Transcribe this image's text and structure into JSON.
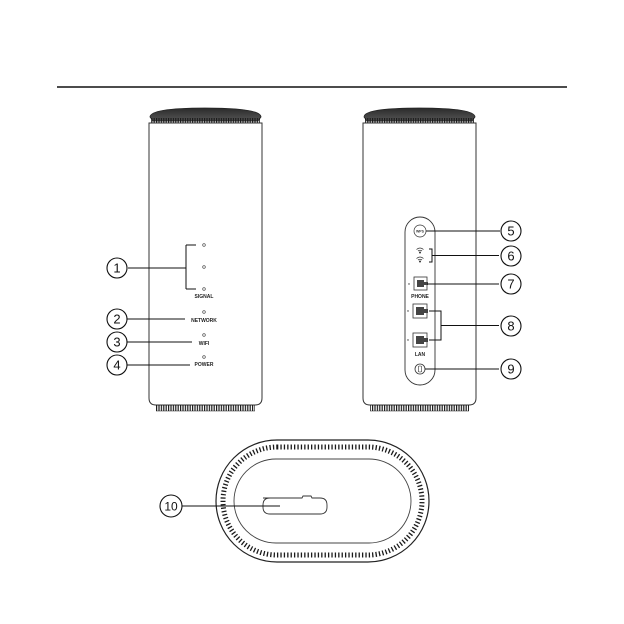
{
  "front_labels": {
    "signal": "SIGNAL",
    "network": "NETWORK",
    "wifi": "WIFI",
    "power": "POWER"
  },
  "back_labels": {
    "wps_button": "WPS",
    "phone": "PHONE",
    "lan": "LAN"
  },
  "callouts": [
    "1",
    "2",
    "3",
    "4",
    "5",
    "6",
    "7",
    "8",
    "9",
    "10"
  ]
}
